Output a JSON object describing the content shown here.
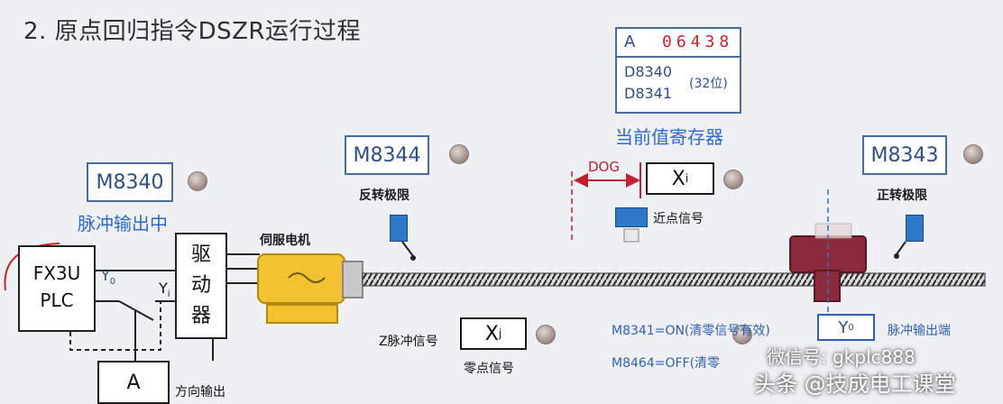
{
  "title": "2. 原点回归指令DSZR运行过程",
  "register": {
    "label": "A",
    "value": "06438",
    "reg1": "D8340",
    "reg2": "D8341",
    "bits": "(32位)",
    "caption": "当前值寄存器"
  },
  "m8340": {
    "label": "M8340",
    "caption": "脉冲输出中"
  },
  "m8344": {
    "label": "M8344",
    "caption": "反转极限"
  },
  "m8343": {
    "label": "M8343",
    "caption": "正转极限"
  },
  "dog": {
    "label": "DOG",
    "x_label": "X",
    "x_sub": "i",
    "caption": "近点信号"
  },
  "servo_label": "伺服电机",
  "plc": {
    "line1": "FX3U",
    "line2": "PLC",
    "y0": "Y",
    "y0_sub": "0",
    "y1": "Y",
    "y1_sub": "i"
  },
  "driver": {
    "c1": "驱",
    "c2": "动",
    "c3": "器"
  },
  "dir_box": "A",
  "dir_caption": "方向输出",
  "z_pulse": {
    "caption": "Z脉冲信号",
    "x_label": "X",
    "x_sub": "j",
    "sub_caption": "零点信号"
  },
  "m8341_text": "M8341=ON(清零信号有效)",
  "m8464_text": "M8464=OFF(清零",
  "y0_box": {
    "label": "Y",
    "sub": "0",
    "caption": "脉冲输出端"
  },
  "watermark1": "微信号: gkplc888",
  "watermark2": "头条 @技成电工课堂",
  "colors": {
    "accent_blue": "#2f6ad0",
    "box_border": "#4a6b9a",
    "register_red": "#d02030",
    "carriage": "#8b2a3a",
    "motor": "#f2c230"
  }
}
